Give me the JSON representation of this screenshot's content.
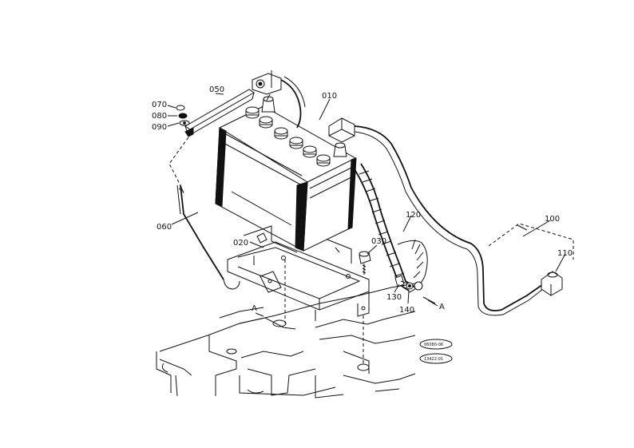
{
  "parts": [
    {
      "id": "010",
      "name": "battery"
    },
    {
      "id": "020",
      "name": "battery-tray"
    },
    {
      "id": "030",
      "name": "bolt"
    },
    {
      "id": "050",
      "name": "battery-holder-bar"
    },
    {
      "id": "060",
      "name": "hold-down-rod"
    },
    {
      "id": "070",
      "name": "nut"
    },
    {
      "id": "080",
      "name": "spring-washer"
    },
    {
      "id": "090",
      "name": "washer"
    },
    {
      "id": "100",
      "name": "positive-cable"
    },
    {
      "id": "110",
      "name": "terminal-cover"
    },
    {
      "id": "120",
      "name": "ground-strap"
    },
    {
      "id": "130",
      "name": "ground-bolt"
    },
    {
      "id": "140",
      "name": "ground-washer"
    }
  ],
  "callouts": {
    "a_left": "A",
    "a_right": "A"
  },
  "stamps": [
    "06080-06",
    "13422-01"
  ]
}
